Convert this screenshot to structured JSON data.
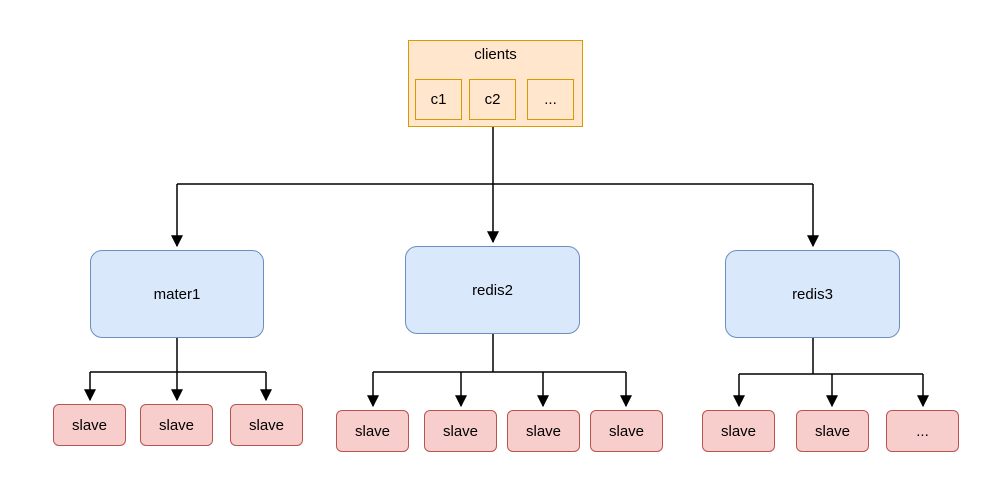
{
  "clients": {
    "label": "clients",
    "items": [
      "c1",
      "c2",
      "..."
    ]
  },
  "masters": [
    {
      "label": "mater1",
      "slaves": [
        "slave",
        "slave",
        "slave"
      ]
    },
    {
      "label": "redis2",
      "slaves": [
        "slave",
        "slave",
        "slave",
        "slave"
      ]
    },
    {
      "label": "redis3",
      "slaves": [
        "slave",
        "slave",
        "..."
      ]
    }
  ],
  "colors": {
    "clients_fill": "#ffe6cc",
    "clients_stroke": "#d79b00",
    "master_fill": "#dae8fc",
    "master_stroke": "#6c8ebf",
    "slave_fill": "#f8cecc",
    "slave_stroke": "#b85450",
    "edge": "#000000"
  }
}
